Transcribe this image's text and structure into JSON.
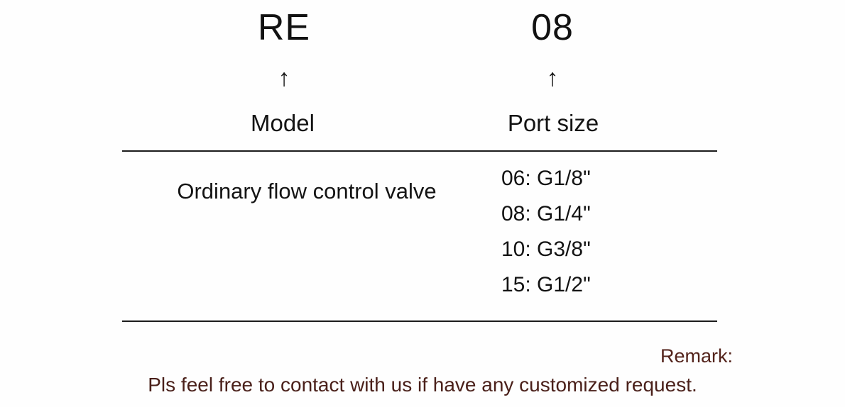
{
  "code_breakdown": {
    "segments": [
      {
        "code": "RE",
        "arrow": "↑",
        "label": "Model"
      },
      {
        "code": "08",
        "arrow": "↑",
        "label": "Port size"
      }
    ]
  },
  "table": {
    "model_description": "Ordinary flow control valve",
    "port_sizes": [
      "06: G1/8\"",
      "08: G1/4\"",
      "10: G3/8\"",
      "15: G1/2\""
    ]
  },
  "remark": {
    "label": "Remark:",
    "text": "Pls feel free to contact with us if have any customized request.",
    "color": "#4a201a"
  },
  "colors": {
    "background": "#fefefe",
    "text": "#121212",
    "rule": "#1c1c1c",
    "remark": "#4a201a"
  }
}
